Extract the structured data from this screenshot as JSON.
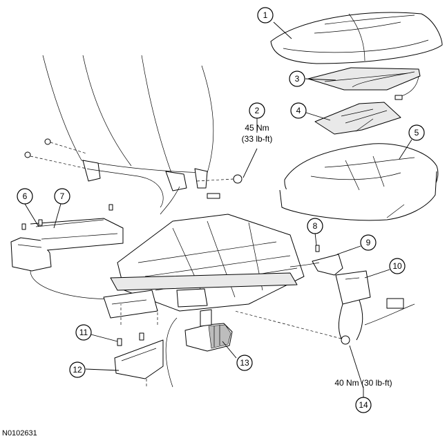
{
  "figure_id": "N0102631",
  "callouts": [
    {
      "number": "1"
    },
    {
      "number": "2"
    },
    {
      "number": "3"
    },
    {
      "number": "4"
    },
    {
      "number": "5"
    },
    {
      "number": "6"
    },
    {
      "number": "7"
    },
    {
      "number": "8"
    },
    {
      "number": "9"
    },
    {
      "number": "10"
    },
    {
      "number": "11"
    },
    {
      "number": "12"
    },
    {
      "number": "13"
    },
    {
      "number": "14"
    }
  ],
  "torque_specs": [
    {
      "line1": "45 Nm",
      "line2": "(33 lb-ft)"
    },
    {
      "line1": "40 Nm (30 lb-ft)"
    }
  ]
}
